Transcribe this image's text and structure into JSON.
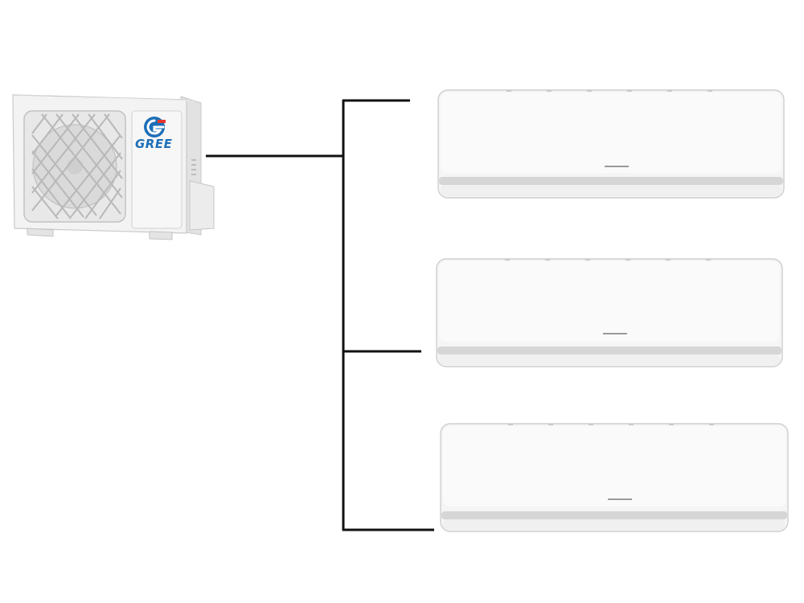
{
  "outdoor_unit": {
    "brand": "GREE"
  },
  "indoor_units": [
    {
      "id": "indoor-unit-1"
    },
    {
      "id": "indoor-unit-2"
    },
    {
      "id": "indoor-unit-3"
    }
  ],
  "colors": {
    "background": "#ffffff",
    "connector_line": "#111111",
    "brand_blue": "#1d6fb8",
    "brand_red": "#e5362e",
    "unit_body": "#f4f4f4",
    "unit_edge": "#c8c8c8",
    "vent_strip": "#d6d6d6",
    "fan_grille": "#bdbdbd"
  }
}
